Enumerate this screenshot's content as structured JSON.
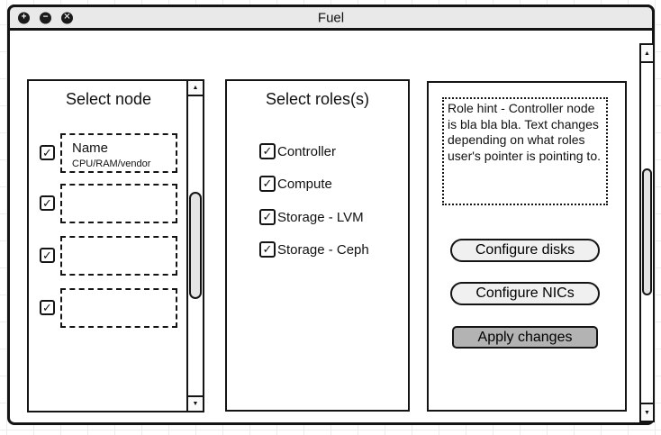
{
  "window": {
    "title": "Fuel",
    "controls": {
      "plus": "+",
      "minus": "−",
      "close": "✕"
    }
  },
  "icons": {
    "check": "✓",
    "arrow_up": "▲",
    "arrow_down": "▼"
  },
  "colors": {
    "titlebar_bg": "#e9e9e9",
    "border": "#141414",
    "scroll_thumb": "#e4e4e4",
    "pill_button_bg": "#f0f0f0",
    "apply_button_bg": "#b3b3b3"
  },
  "node_panel": {
    "title": "Select node",
    "items": [
      {
        "checked": true,
        "name": "Name",
        "details": "CPU/RAM/vendor"
      },
      {
        "checked": true,
        "name": "",
        "details": ""
      },
      {
        "checked": true,
        "name": "",
        "details": ""
      },
      {
        "checked": true,
        "name": "",
        "details": ""
      }
    ]
  },
  "roles_panel": {
    "title": "Select roles(s)",
    "items": [
      {
        "checked": true,
        "label": "Controller"
      },
      {
        "checked": true,
        "label": "Compute"
      },
      {
        "checked": true,
        "label": "Storage - LVM"
      },
      {
        "checked": true,
        "label": "Storage - Ceph"
      }
    ]
  },
  "actions_panel": {
    "role_hint": "Role hint - Controller node is bla bla bla. Text changes depending on what roles user's pointer is pointing to.",
    "configure_disks_label": "Configure disks",
    "configure_nics_label": "Configure NICs",
    "apply_changes_label": "Apply changes"
  }
}
